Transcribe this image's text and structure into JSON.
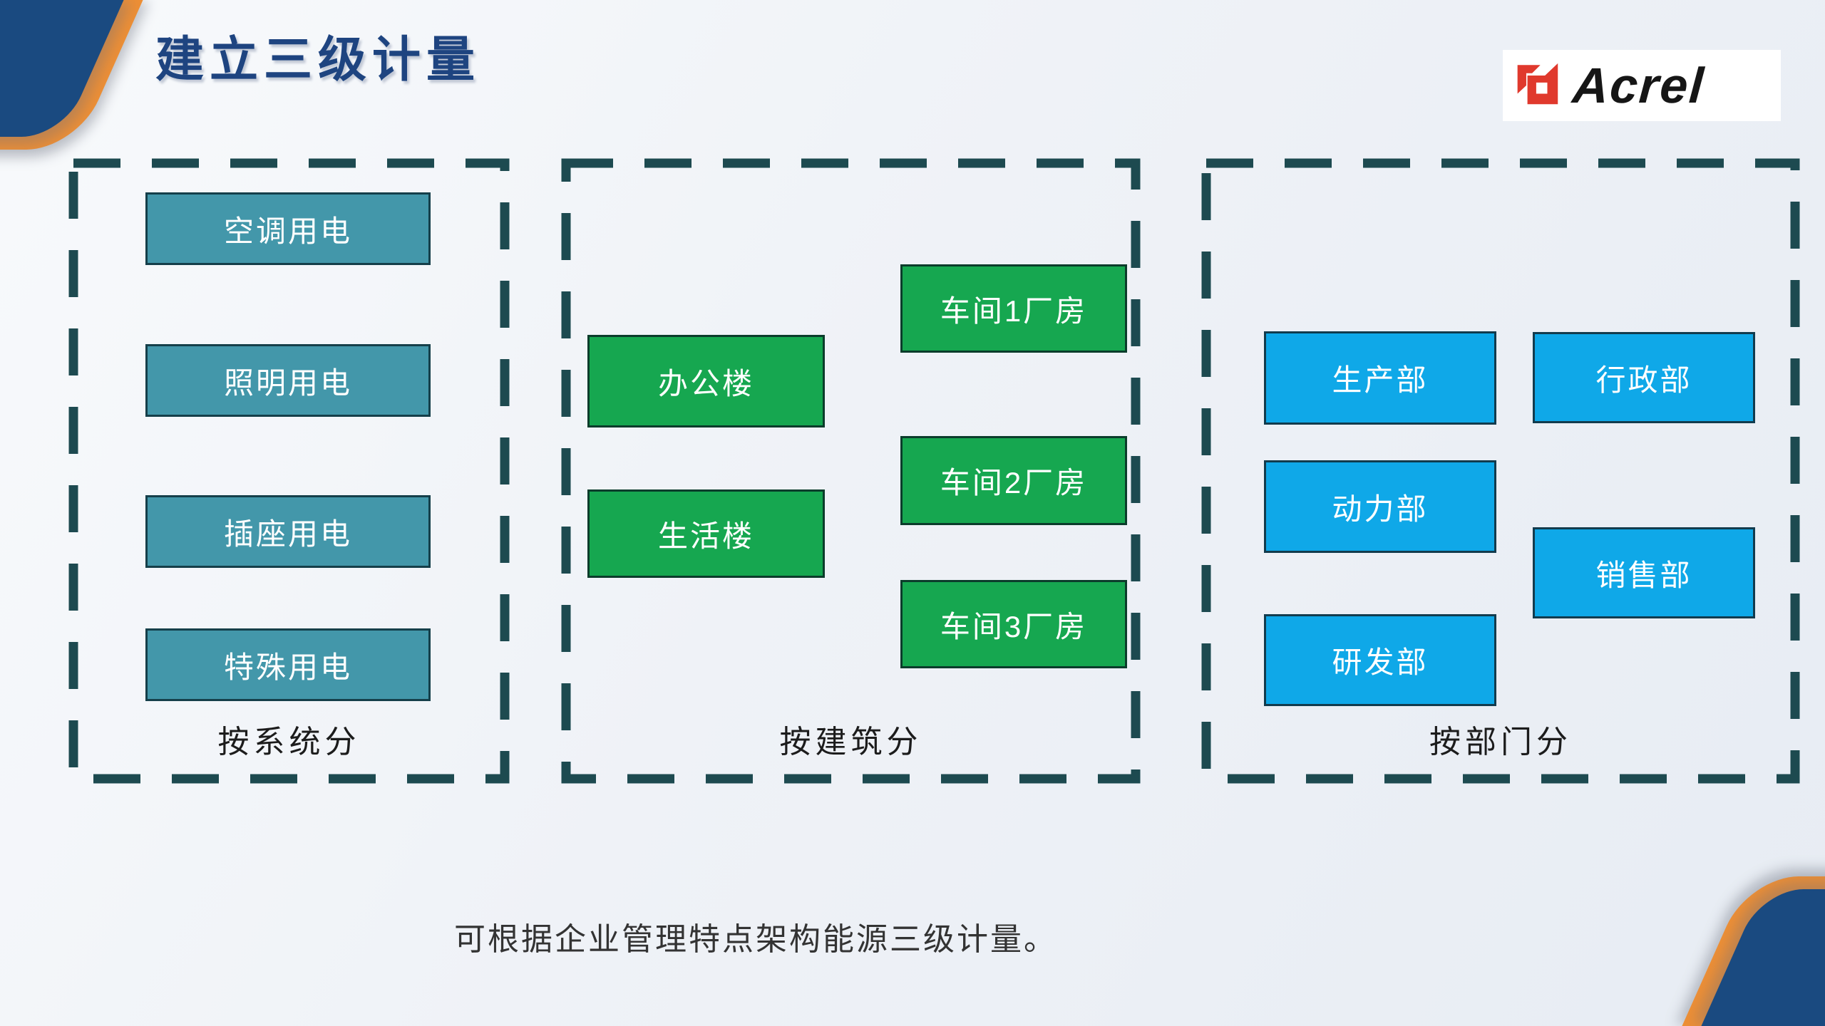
{
  "title": "建立三级计量",
  "logo": {
    "text": "Acrel"
  },
  "groups": [
    {
      "label": "按系统分",
      "items": [
        "空调用电",
        "照明用电",
        "插座用电",
        "特殊用电"
      ]
    },
    {
      "label": "按建筑分",
      "items": [
        "办公楼",
        "生活楼",
        "车间1厂房",
        "车间2厂房",
        "车间3厂房"
      ]
    },
    {
      "label": "按部门分",
      "items": [
        "生产部",
        "行政部",
        "动力部",
        "销售部",
        "研发部"
      ]
    }
  ],
  "footnote": "可根据企业管理特点架构能源三级计量。",
  "colors": {
    "teal_box": "#4397aa",
    "green_box": "#16a750",
    "blue_box": "#0fa8e8",
    "dashed_border": "#1d4a50",
    "title_navy": "#1e4480",
    "corner_navy": "#1a4a80",
    "corner_orange": "#ee8f35",
    "logo_red": "#e0392d"
  }
}
